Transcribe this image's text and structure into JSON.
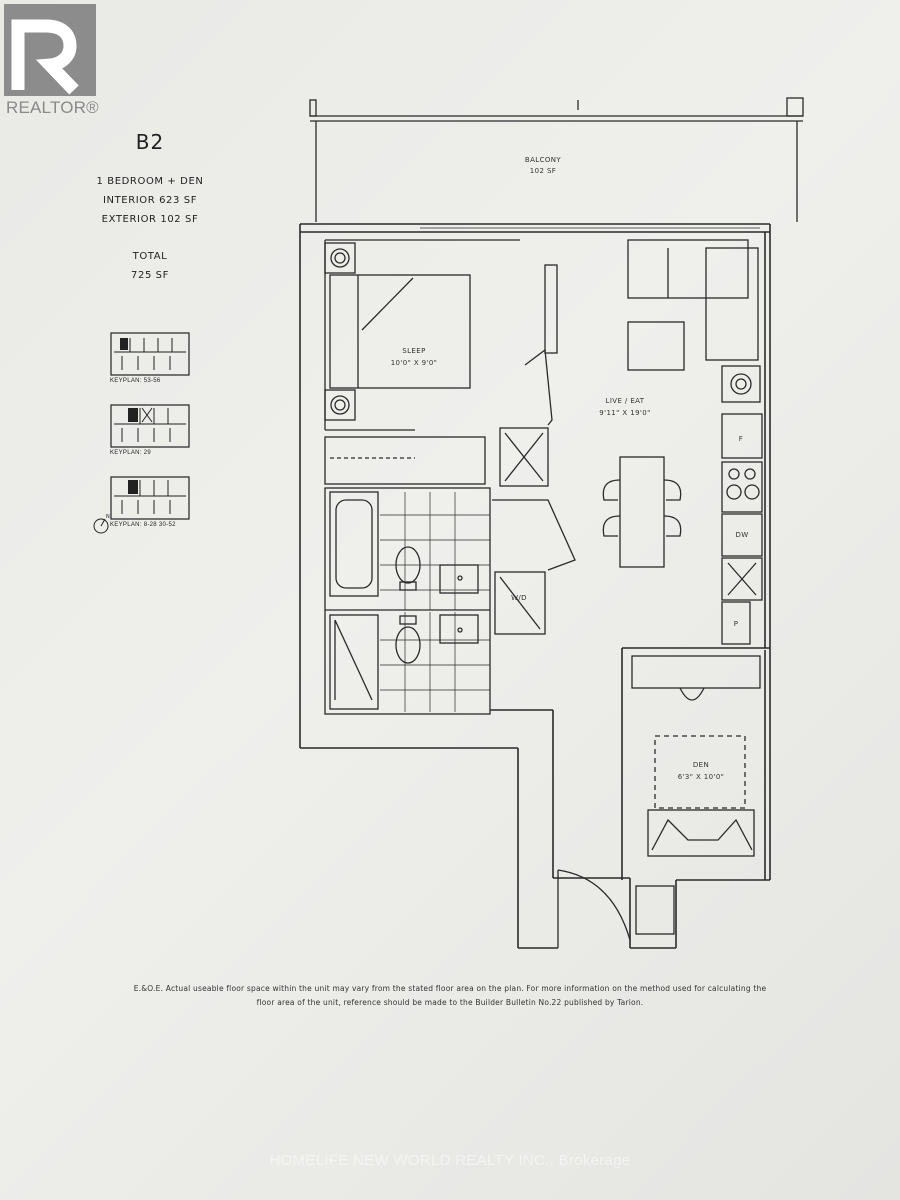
{
  "logo": {
    "text": "REALTOR®"
  },
  "unit": {
    "name": "B2",
    "type": "1 BEDROOM + DEN",
    "interior": "INTERIOR 623 SF",
    "exterior": "EXTERIOR 102 SF",
    "total_label": "TOTAL",
    "total_value": "725 SF"
  },
  "keyplans": [
    {
      "label": "KEYPLAN: 53-56"
    },
    {
      "label": "KEYPLAN: 29"
    },
    {
      "label": "KEYPLAN: 8-28 30-52"
    }
  ],
  "compass": {
    "label": "N"
  },
  "rooms": {
    "balcony": {
      "name": "BALCONY",
      "size": "102 SF"
    },
    "sleep": {
      "name": "SLEEP",
      "size": "10'0\" X 9'0\""
    },
    "live_eat": {
      "name": "LIVE / EAT",
      "size": "9'11\" X 19'0\""
    },
    "den": {
      "name": "DEN",
      "size": "6'3\" X 10'0\""
    }
  },
  "appliances": {
    "fridge": "F",
    "dishwasher": "DW",
    "pantry": "P",
    "washer_dryer": "W/D"
  },
  "disclaimer": {
    "line1": "E.&O.E. Actual useable floor space within the unit may vary from the stated floor area on the plan. For more information on the method used for calculating the",
    "line2": "floor area of the unit, reference should be made to the Builder Bulletin No.22 published by Tarion."
  },
  "brokerage": "HOMELIFE NEW WORLD REALTY INC., Brokerage"
}
